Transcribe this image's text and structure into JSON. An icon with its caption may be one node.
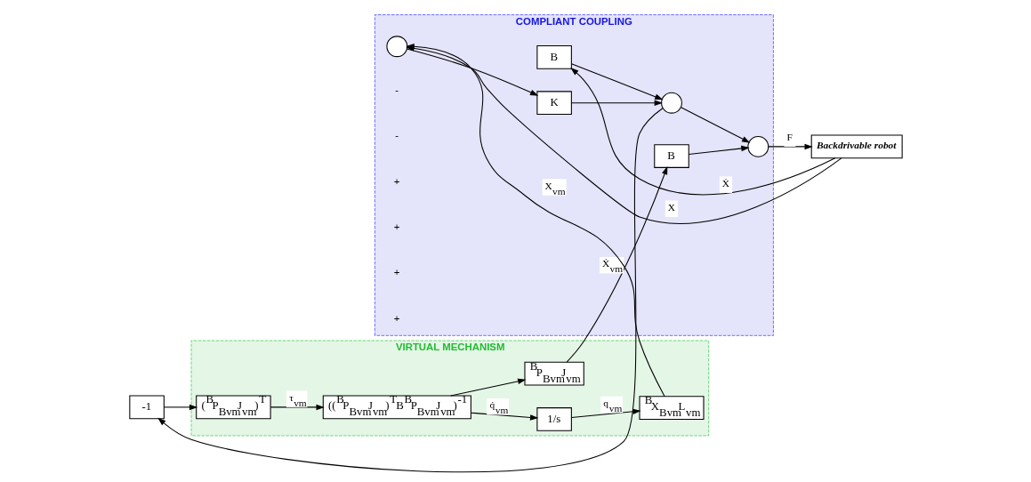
{
  "diagram": {
    "nodes": [
      {
        "text": [
          "COMPLIANT COUPLING"
        ]
      },
      {
        "text": [
          "B"
        ],
        "in": 0
      },
      {
        "text": [],
        "shape": "circle",
        "in": 0
      },
      {
        "text": [
          "K"
        ],
        "in": 0
      },
      {
        "text": [],
        "shape": "circle",
        "in": 0
      },
      {
        "text": [],
        "shape": "circle",
        "in": 0
      },
      {
        "text": [
          "B"
        ],
        "in": 0
      },
      {
        "text": [
          "Backdrivable robot"
        ]
      },
      {
        "text": [
          "VIRTUAL MECHANISM"
        ]
      },
      {
        "text": [
          "-1"
        ]
      },
      {
        "text": [
          "($^{B}$P$_{Bvm}$J$_{vm}$)$^{T}$"
        ],
        "in": 8
      },
      {
        "text": [
          "(($^{B}$P$_{Bvm}$J$_{vm}$)$^{T}$B$^{B}$P$_{Bvm}$J$_{vm}$)$^{-1}$"
        ],
        "in": 8
      },
      {
        "text": [
          "$^{B}$P$_{Bvm}$J$_{vm}$"
        ],
        "in": 8
      },
      {
        "text": [
          "1/s"
        ],
        "in": 8
      },
      {
        "text": [
          "$^{B}$X$_{Bvm}$L$_{vm}$"
        ],
        "in": 8
      }
    ],
    "edges": [
      {
        "from": 7,
        "to": 1,
        "arrow": "to",
        "label": "Ẋ"
      },
      {
        "from": 1,
        "to": 2,
        "arrow": "to"
      },
      {
        "from": 7,
        "to": 4,
        "arrow": "to",
        "label": "X"
      },
      {
        "from": 4,
        "to": 3,
        "arrow": "to"
      },
      {
        "from": 3,
        "to": 2,
        "arrow": "to"
      },
      {
        "from": 2,
        "to": 5,
        "arrow": "to"
      },
      {
        "from": 2,
        "to": 9,
        "arrow": "to"
      },
      {
        "from": 6,
        "to": 5,
        "arrow": "to"
      },
      {
        "from": 5,
        "to": 7,
        "arrow": "to",
        "label": "F"
      },
      {
        "from": 9,
        "to": 10,
        "arrow": "to"
      },
      {
        "from": 10,
        "to": 11,
        "arrow": "to",
        "label": "τ$_{vm}$"
      },
      {
        "from": 11,
        "to": 12,
        "arrow": "to"
      },
      {
        "from": 11,
        "to": 13,
        "arrow": "to",
        "label": "q̇$_{vm}$"
      },
      {
        "from": 12,
        "to": 6,
        "arrow": "to",
        "label": "Ẋ$_{vm}$"
      },
      {
        "from": 13,
        "to": 14,
        "arrow": "to",
        "label": "q$_{vm}$"
      },
      {
        "from": 14,
        "to": 4,
        "arrow": "to",
        "label": "X$_{vm}$"
      }
    ],
    "labels": [
      "-",
      "-",
      "+",
      "+",
      "+",
      "+"
    ]
  }
}
